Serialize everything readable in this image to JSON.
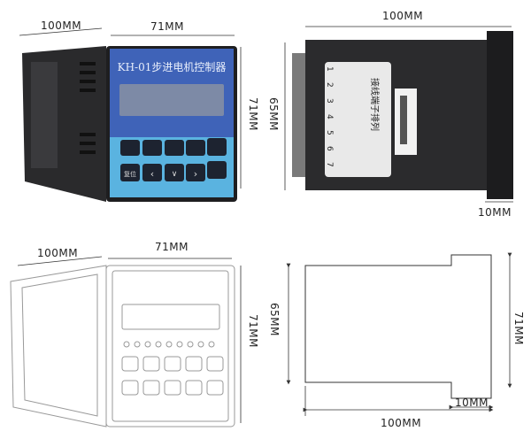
{
  "top_left": {
    "depth_label": "100MM",
    "width_label": "71MM",
    "height_label": "71MM",
    "device_title": "KH-01步进电机控制器",
    "reset_key": "复位",
    "panel_color": "#3f63b8",
    "keypad_color": "#5ab3e0"
  },
  "top_right": {
    "length_label": "100MM",
    "height_label": "65MM",
    "flange_label": "10MM",
    "sticker_title": "接线端子排列",
    "terminal_numbers": [
      "1",
      "2",
      "3",
      "4",
      "5",
      "6",
      "7"
    ]
  },
  "bottom_left": {
    "depth_label": "100MM",
    "width_label": "71MM",
    "height_label": "71MM"
  },
  "bottom_right": {
    "height_label": "65MM",
    "total_height_label": "71MM",
    "flange_label": "10MM",
    "length_label": "100MM"
  }
}
